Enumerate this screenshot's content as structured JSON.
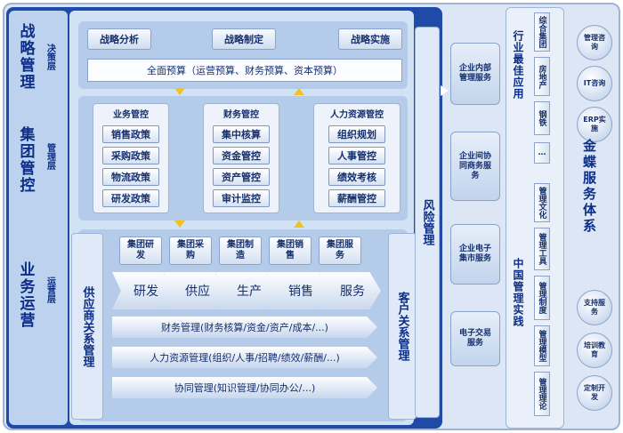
{
  "left_rail": {
    "strategy": "战略管理",
    "decision_layer": "决策层",
    "group": "集团管控",
    "management_layer": "管理层",
    "operations": "业务运营",
    "operation_layer": "运营层"
  },
  "decision": {
    "items": [
      "战略分析",
      "战略制定",
      "战略实施"
    ],
    "budget": "全面预算（运营预算、财务预算、资本预算）"
  },
  "management": {
    "business": {
      "title": "业务管控",
      "items": [
        "销售政策",
        "采购政策",
        "物流政策",
        "研发政策"
      ]
    },
    "finance": {
      "title": "财务管控",
      "items": [
        "集中核算",
        "资金管控",
        "资产管控",
        "审计监控"
      ]
    },
    "hr": {
      "title": "人力资源管控",
      "items": [
        "组织规划",
        "人事管控",
        "绩效考核",
        "薪酬管控"
      ]
    }
  },
  "operations": {
    "supplier": "供应商关系管理",
    "customer": "客户关系管理",
    "group_tiles": [
      "集团研发",
      "集团采购",
      "集团制造",
      "集团销售",
      "集团服务"
    ],
    "chain": [
      "研发",
      "供应",
      "生产",
      "销售",
      "服务"
    ],
    "bands": [
      "财务管理(财务核算/资金/资产/成本/...)",
      "人力资源管理(组织/人事/招聘/绩效/薪酬/...)",
      "协同管理(知识管理/协同办公/...)"
    ]
  },
  "risk": "风险管理",
  "channels": [
    "企业内部管理服务",
    "企业间协同商务服务",
    "企业电子集市服务",
    "电子交易服务"
  ],
  "industry": {
    "title": "行业最佳应用",
    "tiles": [
      "综合集团",
      "房地产",
      "钢铁",
      "…"
    ],
    "china_title": "中国管理实践",
    "practice": [
      "管理文化",
      "管理工具",
      "管理制度",
      "管理模型",
      "管理理论"
    ]
  },
  "service": {
    "title": "金蝶服务体系",
    "circles": [
      "管理咨询",
      "IT咨询",
      "ERP实施",
      "支持服务",
      "培训教育",
      "定制开发"
    ]
  }
}
